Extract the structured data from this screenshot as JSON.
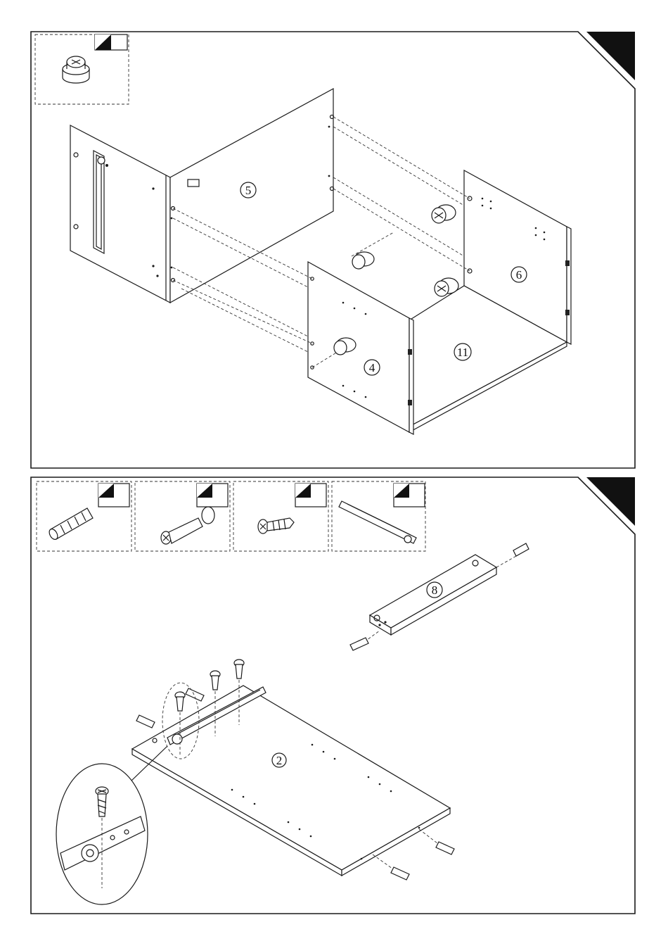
{
  "panels": [
    {
      "id": "step-top",
      "parts": [
        {
          "label": "5"
        },
        {
          "label": "6"
        },
        {
          "label": "4"
        },
        {
          "label": "11"
        }
      ]
    },
    {
      "id": "step-bottom",
      "parts": [
        {
          "label": "8"
        },
        {
          "label": "2"
        }
      ]
    }
  ],
  "colors": {
    "line": "#1a1a1a",
    "corner": "#111111",
    "background": "#ffffff"
  }
}
